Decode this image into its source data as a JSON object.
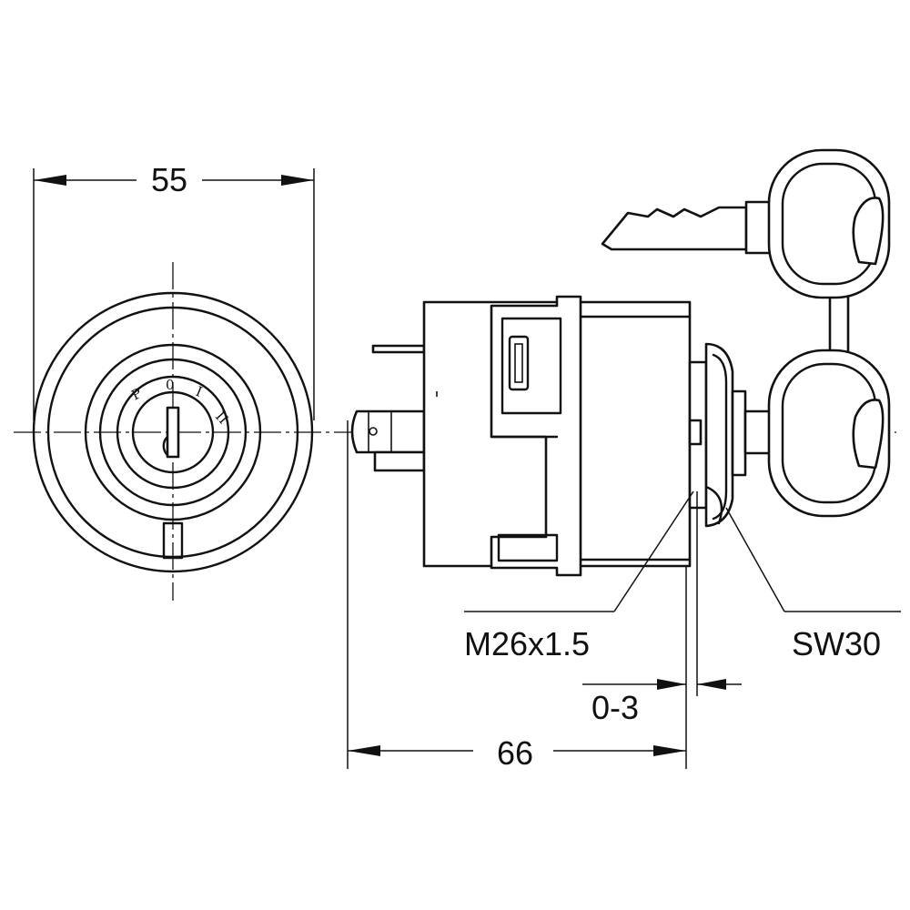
{
  "dimensions": {
    "front_diameter": "55",
    "overall_length": "66",
    "panel_thickness": "0-3",
    "thread": "M26x1.5",
    "wrench_size": "SW30"
  },
  "key_positions": [
    "P",
    "0",
    "I",
    "II"
  ],
  "icons": {
    "front_view": "lock-cylinder-front-view",
    "side_view": "ignition-switch-side-view",
    "keys": "key-pair-icon"
  }
}
